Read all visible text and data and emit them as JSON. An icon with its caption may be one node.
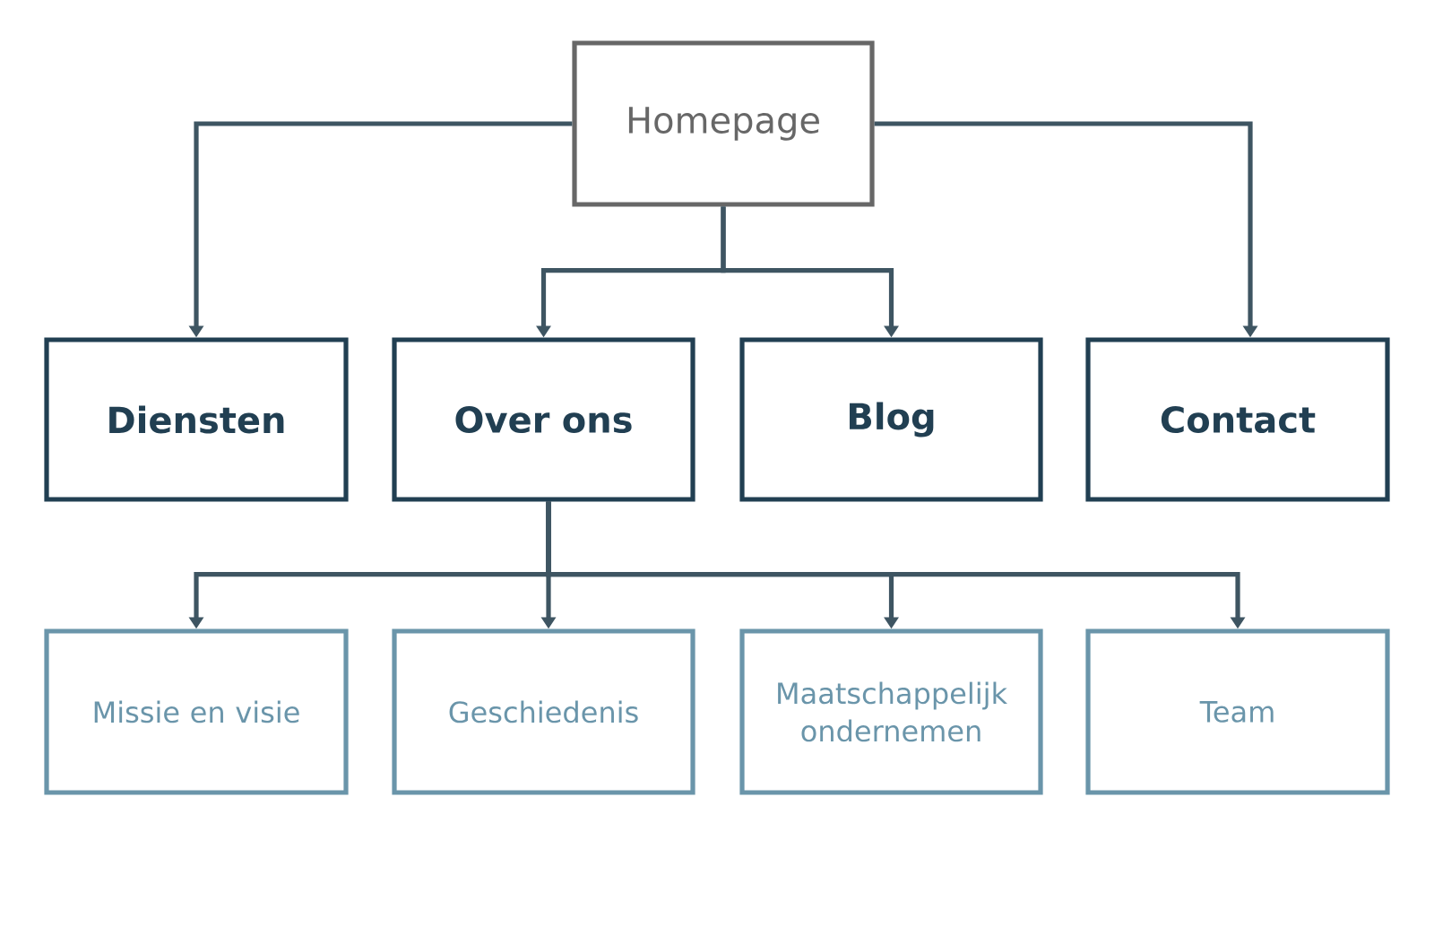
{
  "diagram": {
    "nodes": [
      {
        "text": [
          "Homepage"
        ]
      },
      {
        "text": [
          "Diensten"
        ]
      },
      {
        "text": [
          "Over ons"
        ]
      },
      {
        "text": [
          "Blog"
        ]
      },
      {
        "text": [
          "Contact"
        ]
      },
      {
        "text": [
          "Missie en visie"
        ]
      },
      {
        "text": [
          "Geschiedenis"
        ]
      },
      {
        "text": [
          "Maatschappelijk ondernemen"
        ]
      },
      {
        "text": [
          "Team"
        ]
      }
    ],
    "edges": [
      {
        "from": 0,
        "to": 1,
        "arrow": "to"
      },
      {
        "from": 0,
        "to": 2,
        "arrow": "to"
      },
      {
        "from": 0,
        "to": 3,
        "arrow": "to"
      },
      {
        "from": 0,
        "to": 4,
        "arrow": "to"
      },
      {
        "from": 2,
        "to": 5,
        "arrow": "to"
      },
      {
        "from": 2,
        "to": 6,
        "arrow": "to"
      },
      {
        "from": 2,
        "to": 7,
        "arrow": "to"
      },
      {
        "from": 2,
        "to": 8,
        "arrow": "to"
      }
    ]
  }
}
